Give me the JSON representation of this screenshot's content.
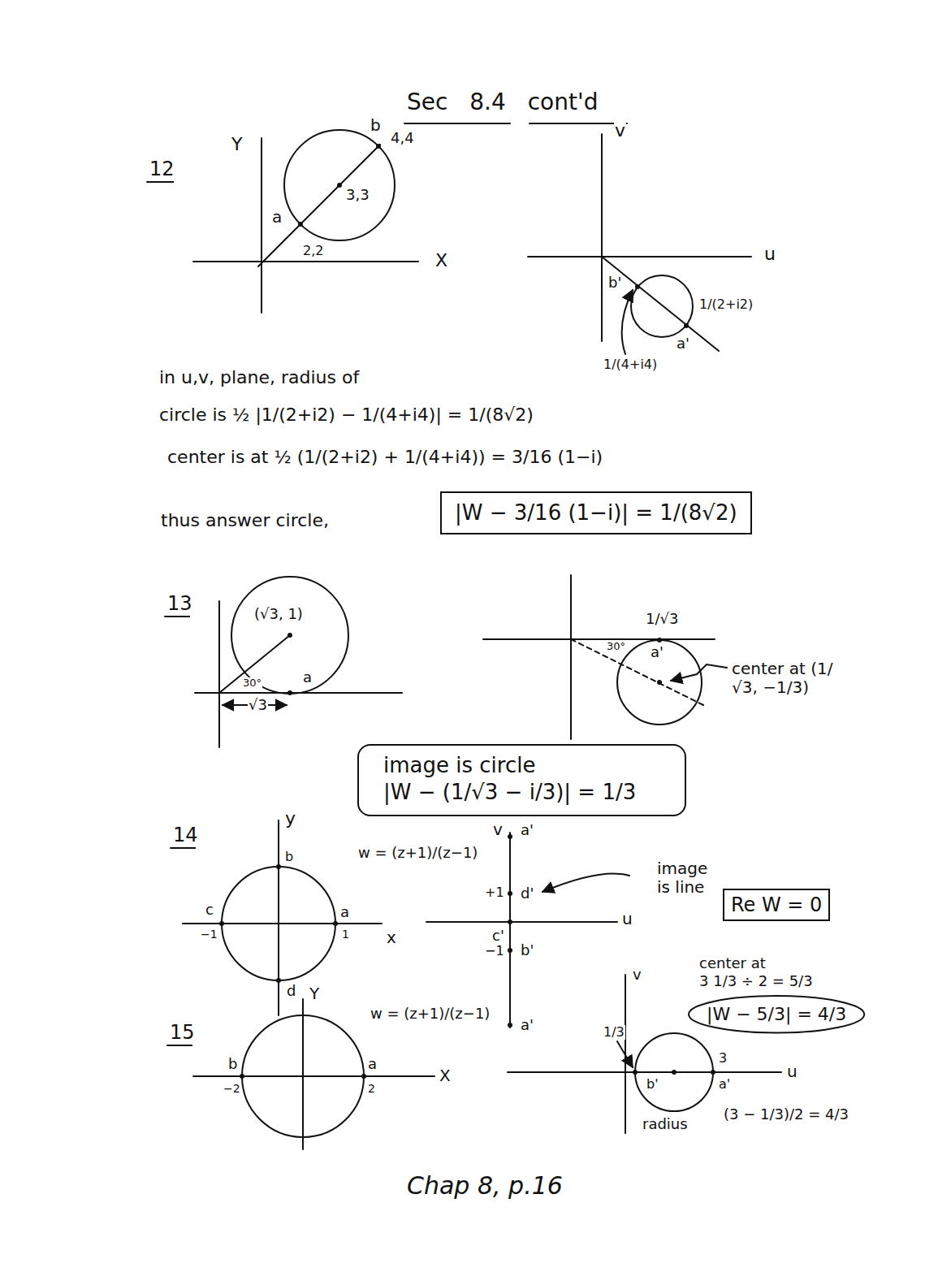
{
  "diagram": {
    "title": "Sec 8.4  cont'd",
    "caption": "Chap 8, p.16",
    "nodes": [
      {
        "text": [
          "|W − 3/16 (1−i)| = 1/(8√2)"
        ]
      },
      {
        "text": [
          "image is circle",
          "|W − (1/√3 − i/3)| = 1/3"
        ]
      },
      {
        "text": [
          "Re W = 0"
        ]
      },
      {
        "text": [
          "|W − 5/3| = 4/3"
        ]
      }
    ],
    "labels": [
      "12",
      "Y",
      "X",
      "b",
      "4,4",
      "3,3",
      "a",
      "2,2",
      "v",
      "u",
      "b'",
      "a'",
      "1/(2+i2)",
      "1/(4+i4)",
      "in u,v, plane, radius of",
      "circle is ½ |1/(2+i2) − 1/(4+i4)| = 1/(8√2)",
      "center is at ½ (1/(2+i2) + 1/(4+i4)) = 3/16 (1−i)",
      "thus answer circle,",
      "13",
      "(√3, 1)",
      "30°",
      "a",
      "√3",
      "1/√3",
      "30°",
      "a'",
      "center at (1/√3, −1/3)",
      "14",
      "y",
      "b",
      "c",
      "−1",
      "a",
      "1",
      "x",
      "d",
      "w = (z+1)/(z−1)",
      "v",
      "a'",
      "+1",
      "d'",
      "c'",
      "−1",
      "b'",
      "a'",
      "u",
      "image is line",
      "15",
      "Y",
      "b",
      "−2",
      "a",
      "2",
      "X",
      "w = (z+1)/(z−1)",
      "v",
      "1/3",
      "b'",
      "a'",
      "3",
      "u",
      "center at",
      "3 1/3 ÷ 2 = 5/3",
      "radius",
      "(3 − 1/3)/2 = 4/3"
    ]
  }
}
